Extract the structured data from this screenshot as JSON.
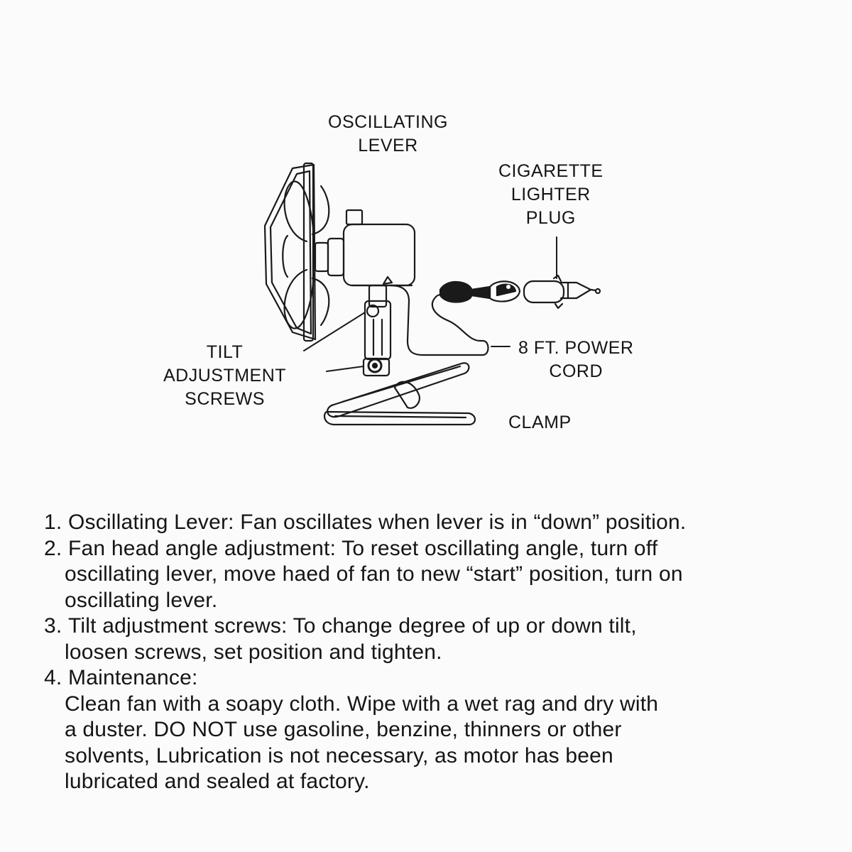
{
  "diagram": {
    "labels": {
      "oscillating_lever": [
        "OSCILLATING",
        "LEVER"
      ],
      "cigarette_plug": [
        "CIGARETTE",
        "LIGHTER",
        "PLUG"
      ],
      "tilt_screws": [
        "TILT",
        "ADJUSTMENT",
        "SCREWS"
      ],
      "power_cord": [
        "8 FT. POWER",
        "CORD"
      ],
      "clamp": "CLAMP"
    }
  },
  "instructions": [
    {
      "number": "1.",
      "lines": [
        "Oscillating Lever: Fan oscillates when lever is in  “down”  position."
      ]
    },
    {
      "number": "2.",
      "lines": [
        "Fan head angle adjustment: To reset oscillating angle, turn off",
        "oscillating lever, move haed of fan to new   “start”   position, turn on",
        "oscillating lever."
      ]
    },
    {
      "number": "3.",
      "lines": [
        "Tilt adjustment screws: To change degree of up or down tilt,",
        "loosen screws, set position and tighten."
      ]
    },
    {
      "number": "4.",
      "lines": [
        "Maintenance:",
        "Clean fan with a soapy cloth. Wipe with a wet rag and dry with",
        "a duster. DO NOT use gasoline, benzine, thinners or other",
        "solvents, Lubrication is not necessary, as motor has been",
        "lubricated and sealed at factory."
      ]
    }
  ]
}
